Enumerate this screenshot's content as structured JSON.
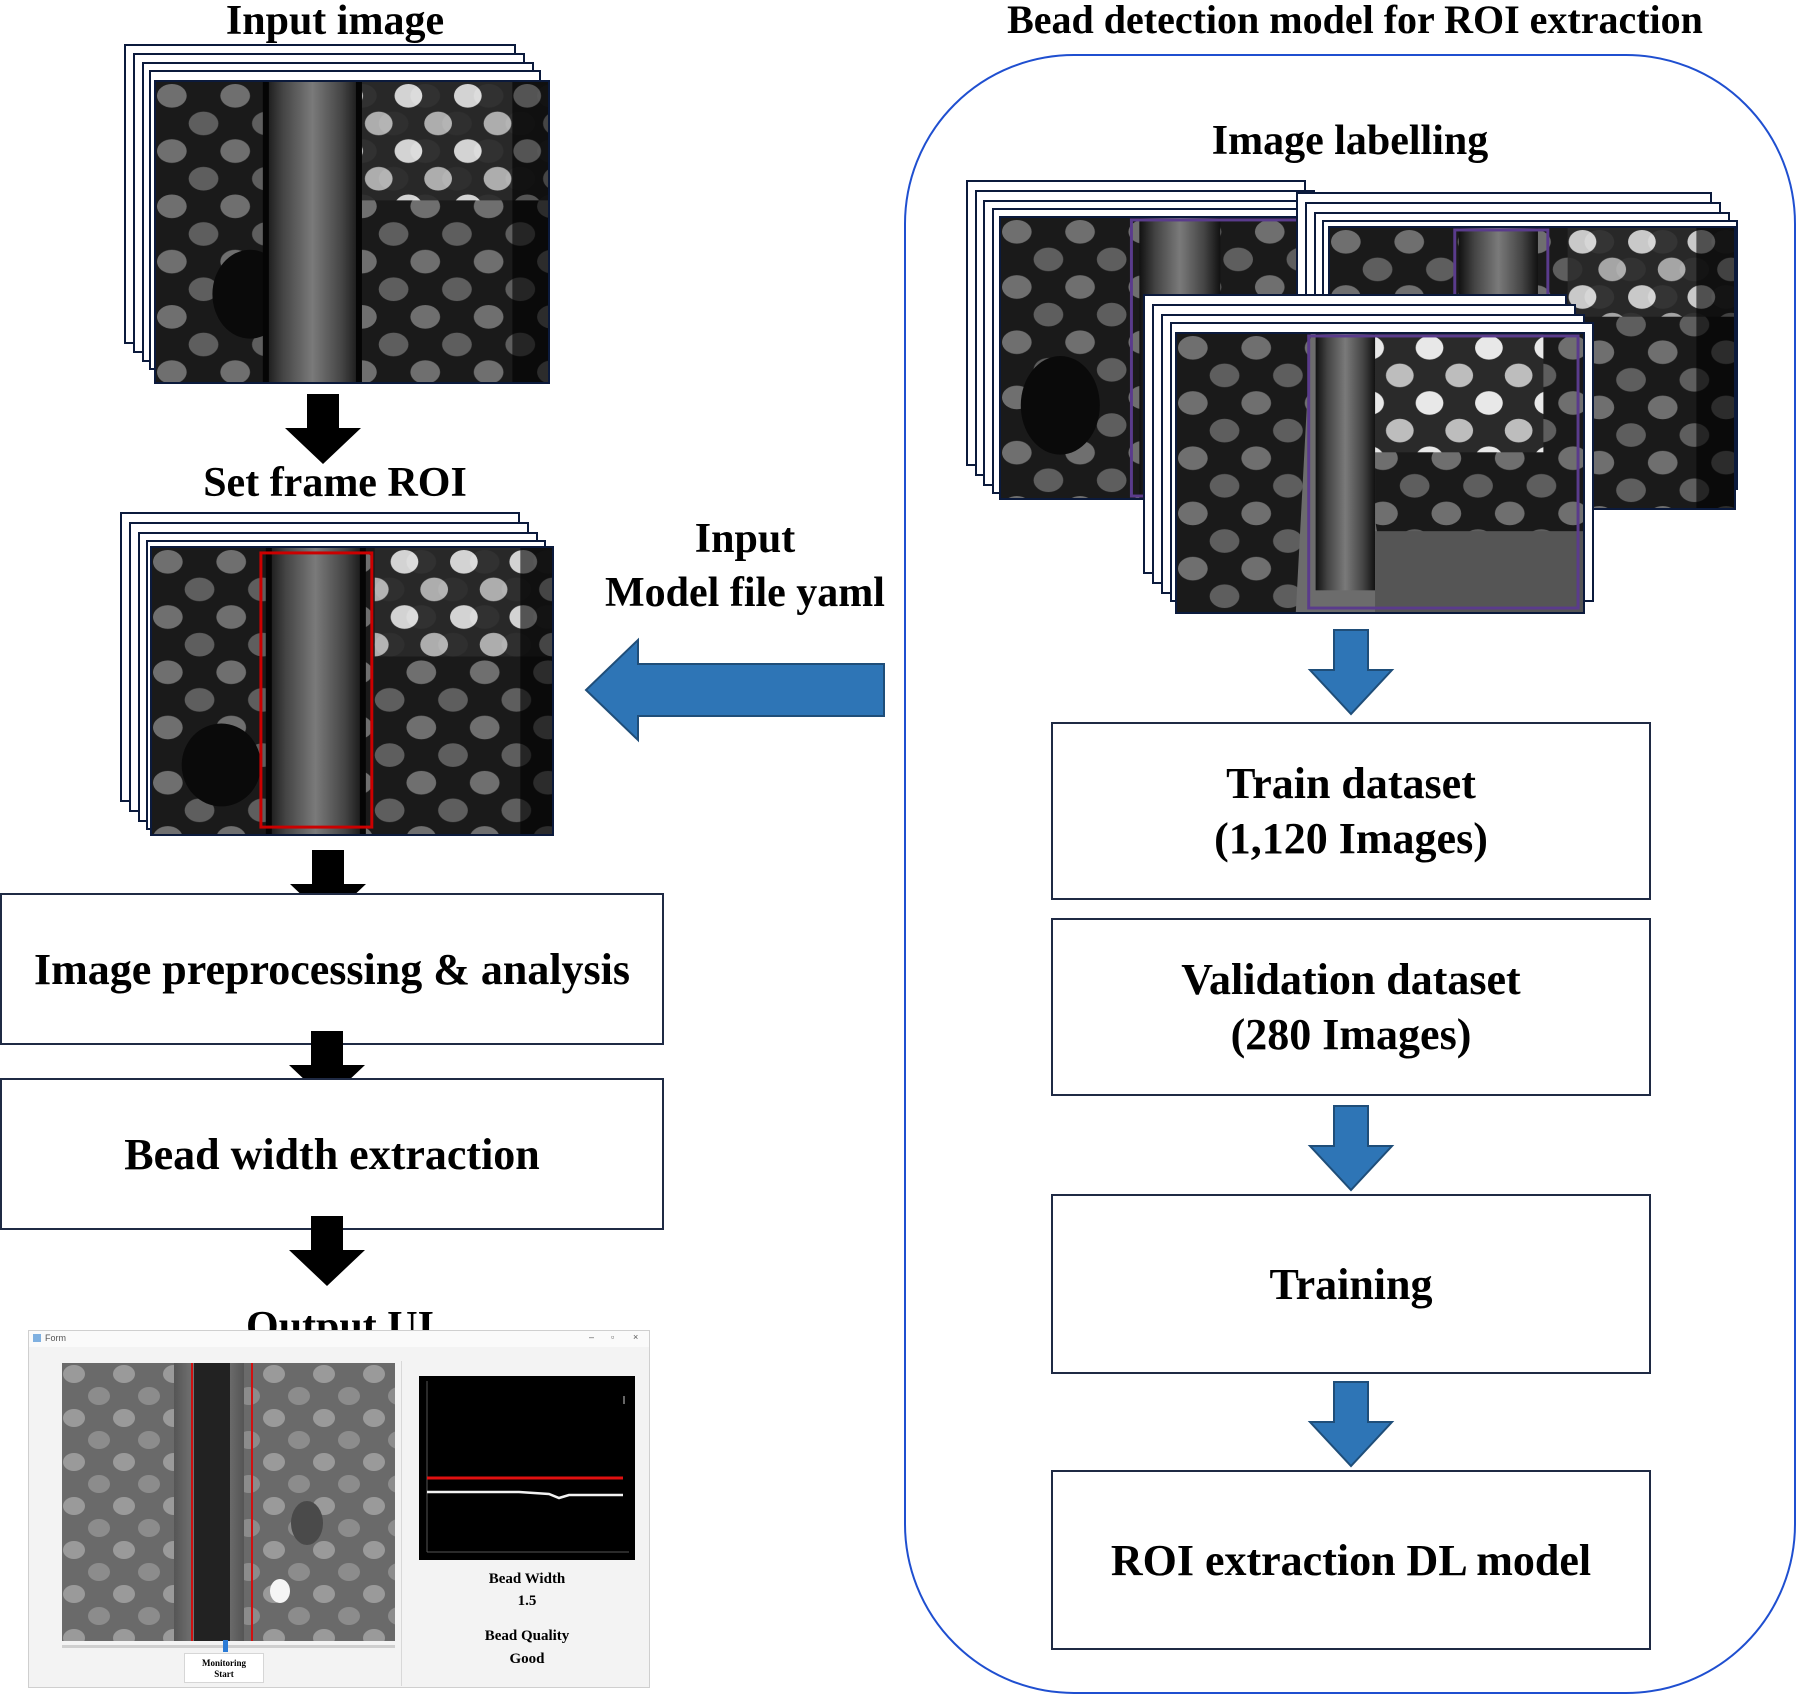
{
  "left": {
    "input_image_title": "Input image",
    "set_roi_title": "Set frame ROI",
    "preprocessing_label": "Image preprocessing & analysis",
    "bead_width_label": "Bead width extraction",
    "output_ui_title": "Output UI"
  },
  "middle": {
    "input_line1": "Input",
    "input_line2": "Model file yaml"
  },
  "right": {
    "title": "Bead detection model for ROI extraction",
    "labelling_title": "Image labelling",
    "train_line1": "Train dataset",
    "train_line2": "(1,120 Images)",
    "val_line1": "Validation dataset",
    "val_line2": "(280 Images)",
    "training_label": "Training",
    "model_label": "ROI extraction DL model"
  },
  "output_ui": {
    "window_title": "Form",
    "bead_width_label": "Bead Width",
    "bead_width_value": "1.5",
    "bead_quality_label": "Bead Quality",
    "bead_quality_value": "Good",
    "monitor_button_line1": "Monitoring",
    "monitor_button_line2": "Start"
  },
  "colors": {
    "flow_arrow": "#000000",
    "model_arrow": "#2e75b6",
    "container_border": "#1f4fd0",
    "roi_box": "#cc0000",
    "label_box": "#5a3b8c"
  }
}
